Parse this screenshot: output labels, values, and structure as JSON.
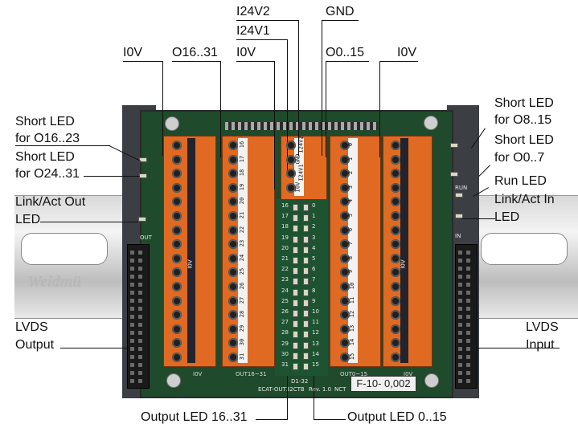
{
  "brand_marking": "Weidmü",
  "board": {
    "model_silk": "ECAT-OUT32CTB",
    "rev_silk": "Rev. 1.0",
    "nct_silk": "NCT",
    "d_silk": "D1-32",
    "part_tag": "F-10- 0,002",
    "out_silk": "OUT",
    "in_silk": "IN",
    "run_silk": "RUN",
    "i0v_mark": "I0V",
    "block_labels": {
      "b1": "I0V",
      "b2": "OUT16~31",
      "b4": "OUT0~15",
      "b5": "I0V"
    }
  },
  "top_labels": {
    "i24v2": "I24V2",
    "gnd": "GND",
    "i24v1": "I24V1",
    "i0v_left": "I0V",
    "o16_31": "O16..31",
    "i0v_mid": "I0V",
    "o0_15": "O0..15",
    "i0v_right": "I0V"
  },
  "left_labels": {
    "short_o16_23_l1": "Short LED",
    "short_o16_23_l2": "for O16..23",
    "short_o24_31_l1": "Short LED",
    "short_o24_31_l2": "for O24..31",
    "link_out_l1": "Link/Act Out",
    "link_out_l2": "LED",
    "lvds_out_l1": "LVDS",
    "lvds_out_l2": "Output"
  },
  "right_labels": {
    "short_o8_15_l1": "Short LED",
    "short_o8_15_l2": "for O8..15",
    "short_o0_7_l1": "Short LED",
    "short_o0_7_l2": "for O0..7",
    "run_led": "Run LED",
    "link_in_l1": "Link/Act In",
    "link_in_l2": "LED",
    "lvds_in_l1": "LVDS",
    "lvds_in_l2": "Input"
  },
  "bottom_labels": {
    "out_led_16_31": "Output LED 16..31",
    "out_led_0_15": "Output LED 0..15"
  },
  "led_numbers_left": [
    "16",
    "17",
    "18",
    "19",
    "20",
    "21",
    "22",
    "23",
    "24",
    "25",
    "26",
    "27",
    "28",
    "29",
    "30",
    "31"
  ],
  "led_numbers_right": [
    "0",
    "1",
    "2",
    "3",
    "4",
    "5",
    "6",
    "7",
    "8",
    "9",
    "10",
    "11",
    "12",
    "13",
    "14",
    "15"
  ],
  "strip_marks_b2": [
    "16",
    "17",
    "18",
    "19",
    "20",
    "21",
    "22",
    "23",
    "24",
    "25",
    "26",
    "27",
    "28",
    "29",
    "30",
    "31"
  ],
  "strip_marks_b4": [
    "0",
    "1",
    "2",
    "3",
    "4",
    "5",
    "6",
    "7",
    "8",
    "9",
    "10",
    "11",
    "12",
    "13",
    "14",
    "15"
  ],
  "strip_marks_b3": [
    "I24V2",
    "GND",
    "I24V1",
    "I0V"
  ]
}
